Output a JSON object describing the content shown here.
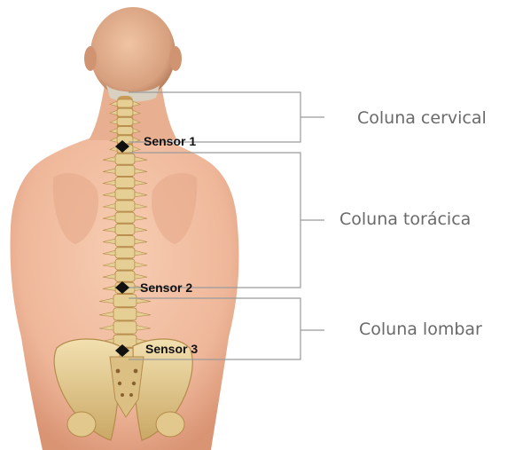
{
  "regions": [
    {
      "label": "Coluna cervical"
    },
    {
      "label": "Coluna torácica"
    },
    {
      "label": "Coluna lombar"
    }
  ],
  "sensors": [
    {
      "label": "Sensor 1"
    },
    {
      "label": "Sensor 2"
    },
    {
      "label": "Sensor 3"
    }
  ],
  "colors": {
    "skin": "#efb79a",
    "skin_shadow": "#d99474",
    "bone": "#e6cf95",
    "bone_shadow": "#b58b4c",
    "bracket": "#9a9a9a",
    "label": "#6a6a6a",
    "marker": "#111111"
  }
}
